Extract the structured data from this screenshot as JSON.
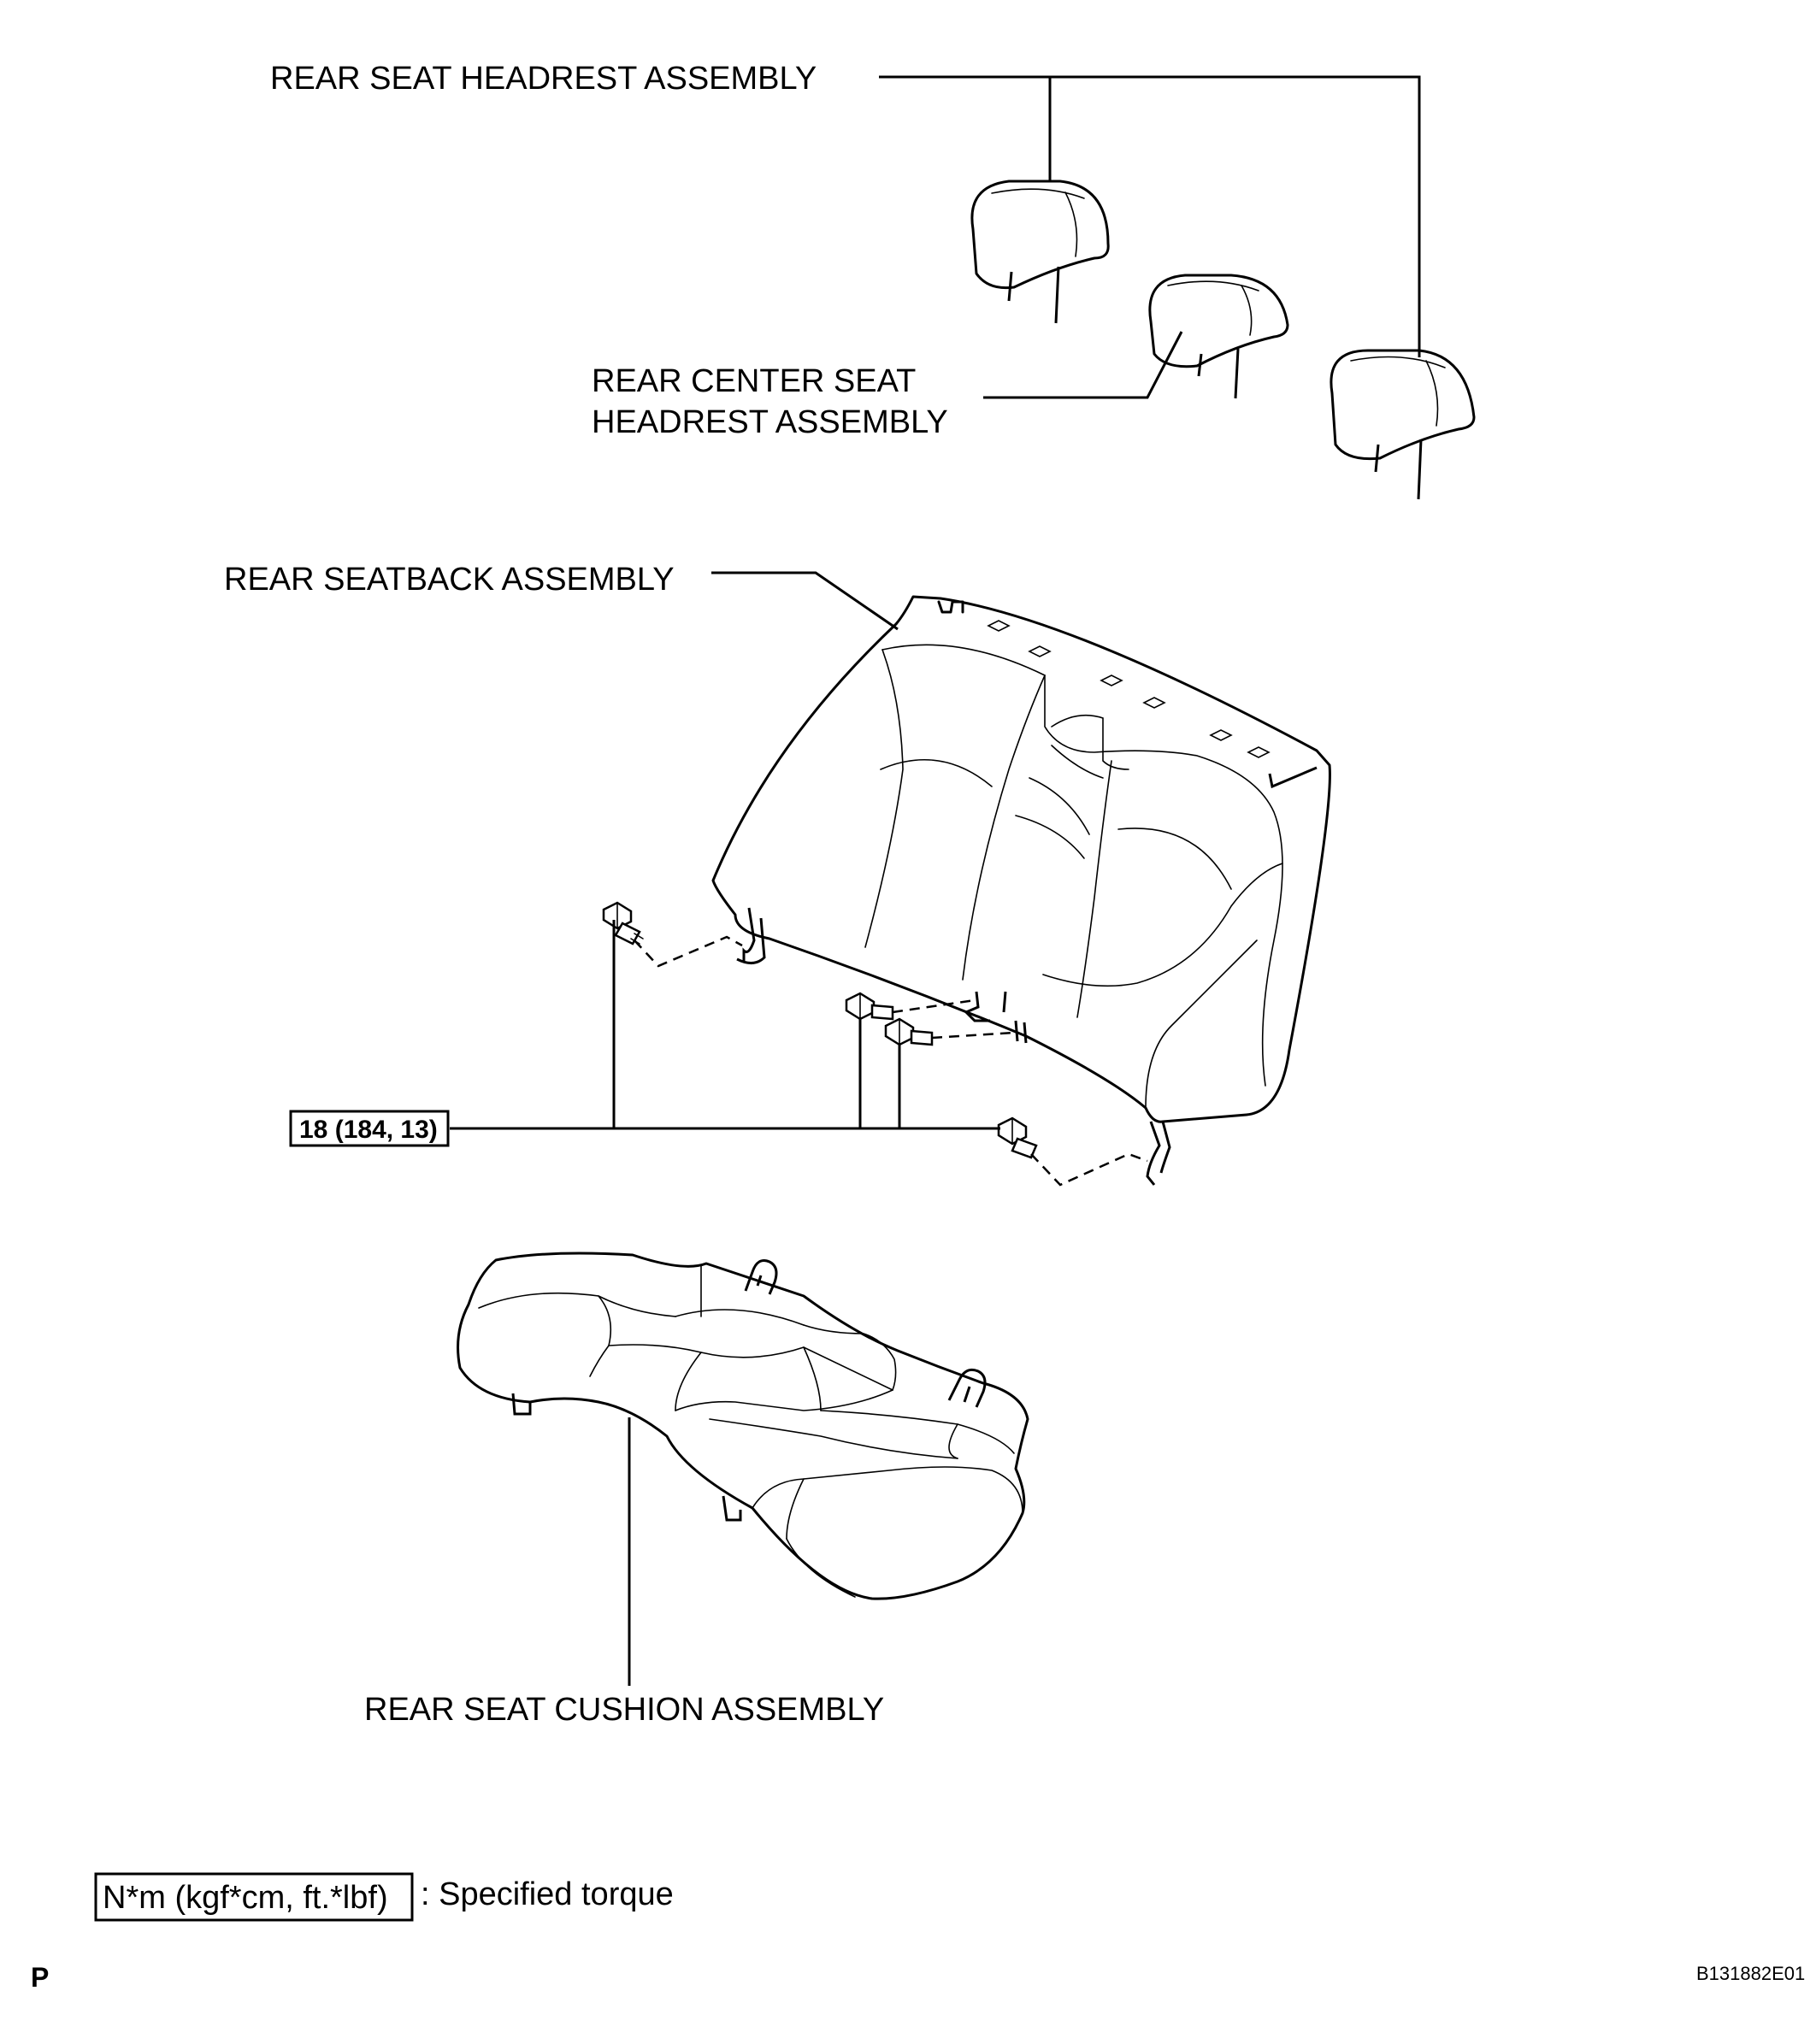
{
  "labels": {
    "headrest": "REAR SEAT HEADREST ASSEMBLY",
    "center_headrest_line1": "REAR CENTER SEAT",
    "center_headrest_line2": "HEADREST ASSEMBLY",
    "seatback": "REAR SEATBACK ASSEMBLY",
    "cushion": "REAR SEAT CUSHION ASSEMBLY"
  },
  "torque": {
    "value": "18 (184, 13)"
  },
  "legend": {
    "unit_box": "N*m (kgf*cm, ft.*lbf)",
    "description": ": Specified torque"
  },
  "footer": {
    "corner_mark": "P",
    "figure_code": "B131882E01"
  }
}
